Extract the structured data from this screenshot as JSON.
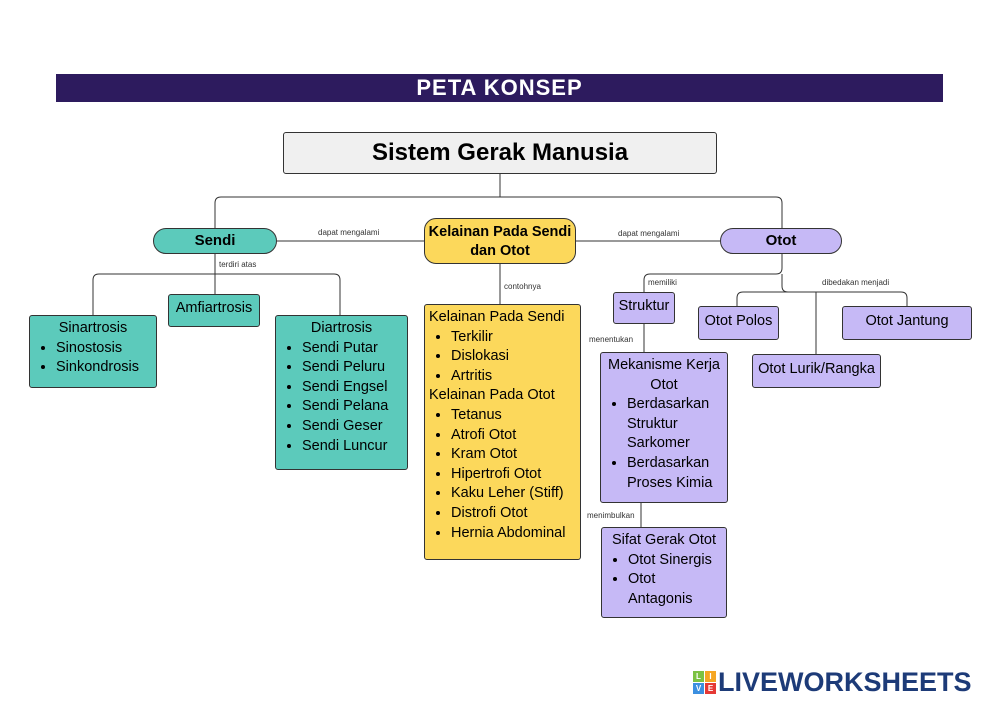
{
  "banner": "PETA KONSEP",
  "title": "Sistem Gerak Manusia",
  "sendi": {
    "label": "Sendi",
    "link_label": "dapat mengalami",
    "sub_label": "terdiri atas",
    "sinartrosis": {
      "title": "Sinartrosis",
      "items": [
        "Sinostosis",
        "Sinkondrosis"
      ]
    },
    "amfiartrosis": "Amfiartrosis",
    "diartrosis": {
      "title": "Diartrosis",
      "items": [
        "Sendi Putar",
        "Sendi Peluru",
        "Sendi Engsel",
        "Sendi Pelana",
        "Sendi Geser",
        "Sendi Luncur"
      ]
    }
  },
  "kelainan": {
    "label": "Kelainan Pada Sendi dan Otot",
    "sub_label": "contohnya",
    "sendi_title": "Kelainan Pada Sendi",
    "sendi_items": [
      "Terkilir",
      "Dislokasi",
      "Artritis"
    ],
    "otot_title": "Kelainan Pada Otot",
    "otot_items": [
      "Tetanus",
      "Atrofi Otot",
      "Kram Otot",
      "Hipertrofi Otot",
      "Kaku Leher (Stiff)",
      "Distrofi Otot",
      "Hernia Abdominal"
    ]
  },
  "otot": {
    "label": "Otot",
    "link_label": "dapat mengalami",
    "memiliki": "memiliki",
    "dibedakan": "dibedakan menjadi",
    "struktur": "Struktur",
    "menentukan": "menentukan",
    "mekanisme": {
      "title": "Mekanisme Kerja Otot",
      "items": [
        "Berdasarkan Struktur Sarkomer",
        "Berdasarkan Proses Kimia"
      ]
    },
    "menimbulkan": "menimbulkan",
    "sifat": {
      "title": "Sifat Gerak Otot",
      "items": [
        "Otot Sinergis",
        "Otot Antagonis"
      ]
    },
    "polos": "Otot Polos",
    "jantung": "Otot Jantung",
    "lurik": "Otot Lurik/Rangka"
  },
  "logo": {
    "text": "LIVEWORKSHEETS",
    "letters": [
      "L",
      "I",
      "V",
      "E"
    ]
  }
}
